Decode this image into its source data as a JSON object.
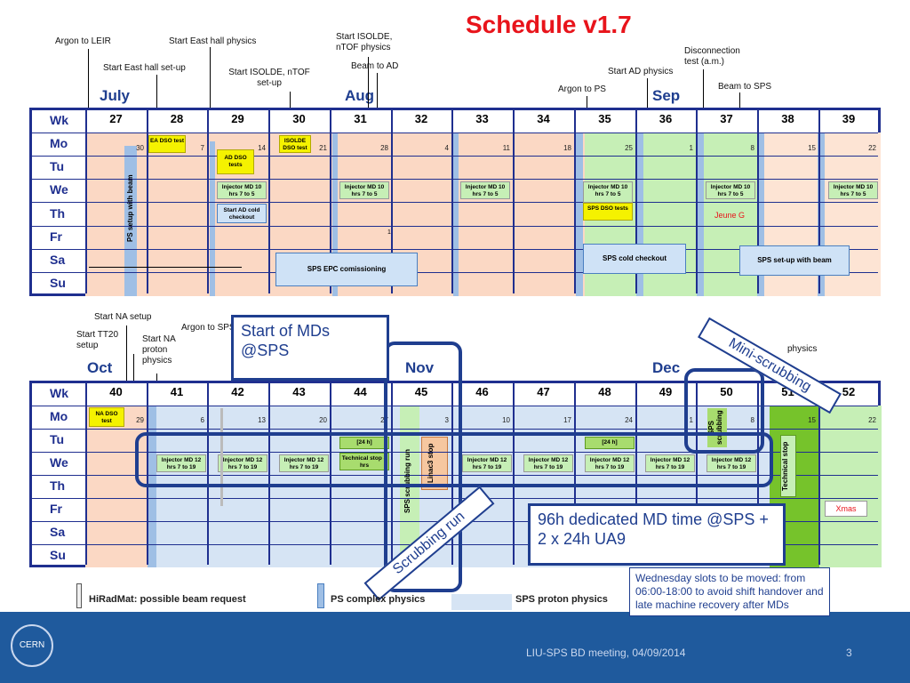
{
  "title": "Schedule v1.7",
  "top": {
    "annotations": [
      "Argon to LEIR",
      "Start East hall set-up",
      "Start East hall physics",
      "Start ISOLDE, nTOF physics",
      "Start ISOLDE, nTOF set-up",
      "Beam to AD",
      "Argon to PS",
      "Start AD physics",
      "Disconnection test (a.m.)",
      "Beam to SPS"
    ],
    "months": [
      "July",
      "Aug",
      "Sep"
    ],
    "weeks": [
      "27",
      "28",
      "29",
      "30",
      "31",
      "32",
      "33",
      "34",
      "35",
      "36",
      "37",
      "38",
      "39"
    ],
    "days": [
      "Wk",
      "Mo",
      "Tu",
      "We",
      "Th",
      "Fr",
      "Sa",
      "Su"
    ],
    "dates": [
      "30",
      "7",
      "14",
      "21",
      "28",
      "4",
      "11",
      "18",
      "25",
      "1",
      "8",
      "15",
      "22"
    ],
    "boxes": {
      "ea_dso": "EA DSO test",
      "ad_dso": "AD DSO tests",
      "isolde_dso": "ISOLDE DSO test",
      "injector_md": "Injector MD 10 hrs 7 to 5",
      "start_ad_cold": "Start AD cold checkout",
      "sps_dso": "SPS DSO tests",
      "jeune_g": "Jeune G",
      "ps_setup": "PS setup with beam",
      "sps_epc": "SPS EPC comissioning",
      "sps_cold": "SPS cold checkout",
      "sps_setup": "SPS set-up with beam",
      "one": "1"
    }
  },
  "bottom": {
    "annotations": [
      "Start NA setup",
      "Start TT20 setup",
      "Start NA proton physics",
      "Argon to SPS",
      "physics"
    ],
    "months": [
      "Oct",
      "Nov",
      "Dec"
    ],
    "weeks": [
      "40",
      "41",
      "42",
      "43",
      "44",
      "45",
      "46",
      "47",
      "48",
      "49",
      "50",
      "51",
      "52"
    ],
    "days": [
      "Wk",
      "Mo",
      "Tu",
      "We",
      "Th",
      "Fr",
      "Sa",
      "Su"
    ],
    "dates": [
      "29",
      "6",
      "13",
      "20",
      "27",
      "3",
      "10",
      "17",
      "24",
      "1",
      "8",
      "15",
      "22"
    ],
    "boxes": {
      "na_dso": "NA DSO test",
      "injector_md": "Injector MD 12 hrs 7 to 19",
      "h24": "[24 h]",
      "tech_stop_8": "Technical stop 8 hrs",
      "sps_scrubbing": "SPS scrubbing run",
      "linac3": "Linac3 stop",
      "sps_scrubbing_small": "SPS scrubbing",
      "tech_stop": "Technical stop",
      "xmas": "Xmas"
    }
  },
  "callouts": {
    "start_mds": "Start of MDs @SPS",
    "mini_scrubbing": "Mini-scrubbing",
    "scrubbing_run": "Scrubbing run",
    "md_time": "96h dedicated MD time @SPS + 2 x 24h UA9",
    "note": "Wednesday slots to be moved: from 06:00-18:00 to avoid shift handover and late machine recovery after MDs"
  },
  "legend": {
    "hiradmat": "HiRadMat: possible beam request",
    "ps_complex": "PS complex physics",
    "sps_proton": "SPS proton physics"
  },
  "footer": {
    "meeting": "LIU-SPS BD meeting, 04/09/2014",
    "page": "3",
    "logo": "CERN"
  },
  "colors": {
    "accent": "#1f3e8f",
    "title": "#e8141b",
    "peach": "#fbd8c4",
    "blue_bar": "#9fbfe5",
    "green": "#c6efb6",
    "dark_green": "#76c32b",
    "yellow": "#f5f200"
  }
}
